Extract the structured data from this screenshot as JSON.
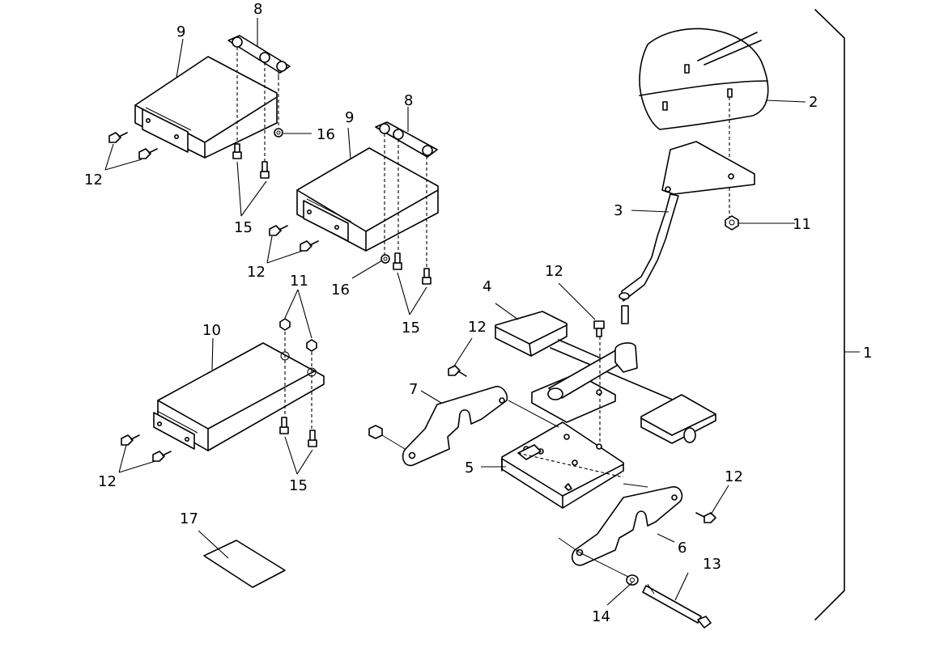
{
  "callouts": {
    "n1": "1",
    "n2": "2",
    "n3": "3",
    "n4": "4",
    "n5": "5",
    "n6": "6",
    "n7": "7",
    "n8a": "8",
    "n8b": "8",
    "n9a": "9",
    "n9b": "9",
    "n10": "10",
    "n11a": "11",
    "n11b": "11",
    "n12a": "12",
    "n12b": "12",
    "n12c": "12",
    "n12d": "12",
    "n12e": "12",
    "n12f": "12",
    "n13": "13",
    "n14": "14",
    "n15a": "15",
    "n15b": "15",
    "n15c": "15",
    "n16a": "16",
    "n16b": "16",
    "n17": "17"
  }
}
